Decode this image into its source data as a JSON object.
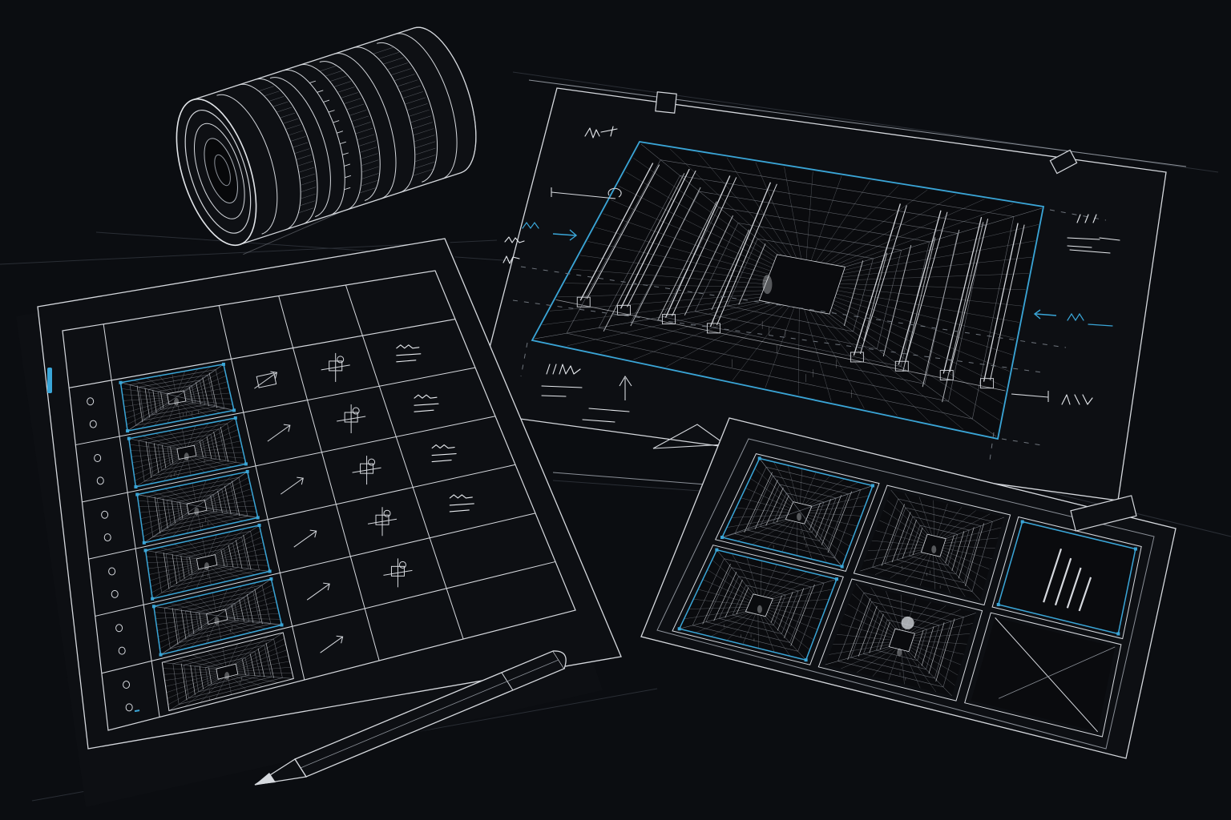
{
  "scene": {
    "background": "#0b0d11",
    "line_color": "#d6d9de",
    "accent_color": "#3aa6d8",
    "objects": [
      "camera-lens-icon",
      "storyboard-grid-sheet",
      "frame-composition-sheet",
      "thumbnail-sheet",
      "pencil-icon"
    ]
  },
  "storyboard": {
    "rows": 6,
    "columns": 5,
    "highlighted_frames": 5
  },
  "thumbnail_sheet": {
    "rows": 2,
    "columns": 3,
    "highlighted_frames": 3
  }
}
